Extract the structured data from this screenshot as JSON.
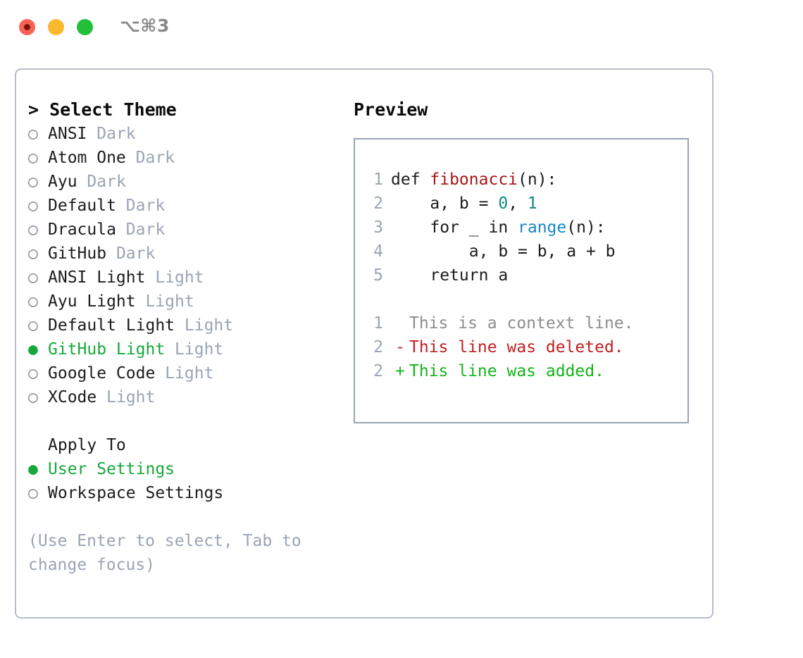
{
  "titlebar": {
    "shortcut": "⌥⌘3",
    "buttons": [
      {
        "name": "close",
        "color": "#fa6255"
      },
      {
        "name": "minimize",
        "color": "#f9b82e"
      },
      {
        "name": "maximize",
        "color": "#22c03a"
      }
    ]
  },
  "theme_list": {
    "header": "> Select Theme",
    "items": [
      {
        "marker": "○",
        "name": "ANSI",
        "variant": "Dark",
        "selected": false
      },
      {
        "marker": "○",
        "name": "Atom One",
        "variant": "Dark",
        "selected": false
      },
      {
        "marker": "○",
        "name": "Ayu",
        "variant": "Dark",
        "selected": false
      },
      {
        "marker": "○",
        "name": "Default",
        "variant": "Dark",
        "selected": false
      },
      {
        "marker": "○",
        "name": "Dracula",
        "variant": "Dark",
        "selected": false
      },
      {
        "marker": "○",
        "name": "GitHub",
        "variant": "Dark",
        "selected": false
      },
      {
        "marker": "○",
        "name": "ANSI Light",
        "variant": "Light",
        "selected": false
      },
      {
        "marker": "○",
        "name": "Ayu Light",
        "variant": "Light",
        "selected": false
      },
      {
        "marker": "○",
        "name": "Default Light",
        "variant": "Light",
        "selected": false
      },
      {
        "marker": "●",
        "name": "GitHub Light",
        "variant": "Light",
        "selected": true
      },
      {
        "marker": "○",
        "name": "Google Code",
        "variant": "Light",
        "selected": false
      },
      {
        "marker": "○",
        "name": "XCode",
        "variant": "Light",
        "selected": false
      }
    ]
  },
  "apply_to": {
    "header": "Apply To",
    "options": [
      {
        "marker": "●",
        "label": "User Settings",
        "selected": true
      },
      {
        "marker": "○",
        "label": "Workspace Settings",
        "selected": false
      }
    ]
  },
  "hint": "(Use Enter to select, Tab to change focus)",
  "preview": {
    "title": "Preview",
    "code_lines": [
      {
        "number": "1",
        "tokens": [
          {
            "text": "def ",
            "type": "plain"
          },
          {
            "text": "fibonacci",
            "type": "fn"
          },
          {
            "text": "(n):",
            "type": "plain"
          }
        ]
      },
      {
        "number": "2",
        "tokens": [
          {
            "text": "    a, b = ",
            "type": "plain"
          },
          {
            "text": "0",
            "type": "num"
          },
          {
            "text": ", ",
            "type": "plain"
          },
          {
            "text": "1",
            "type": "num"
          }
        ]
      },
      {
        "number": "3",
        "tokens": [
          {
            "text": "    for _ in ",
            "type": "plain"
          },
          {
            "text": "range",
            "type": "call"
          },
          {
            "text": "(n):",
            "type": "plain"
          }
        ]
      },
      {
        "number": "4",
        "tokens": [
          {
            "text": "        a, b = b, a + b",
            "type": "plain"
          }
        ]
      },
      {
        "number": "5",
        "tokens": [
          {
            "text": "    return a",
            "type": "plain"
          }
        ]
      }
    ],
    "diff_lines": [
      {
        "number": "1",
        "sign": "",
        "text": "This is a context line.",
        "kind": "context"
      },
      {
        "number": "2",
        "sign": "-",
        "text": "This line was deleted.",
        "kind": "deleted"
      },
      {
        "number": "2",
        "sign": "+",
        "text": "This line was added.",
        "kind": "added"
      }
    ]
  },
  "colors": {
    "accent_green": "#16a83a",
    "muted": "#9aa4b4",
    "border": "#b6bdc9",
    "preview_border": "#98a4b2",
    "diff_add": "#14b418",
    "diff_del": "#c02020",
    "syntax_fn": "#a61717",
    "syntax_num": "#0b8a7d",
    "syntax_call": "#1a87c4"
  }
}
